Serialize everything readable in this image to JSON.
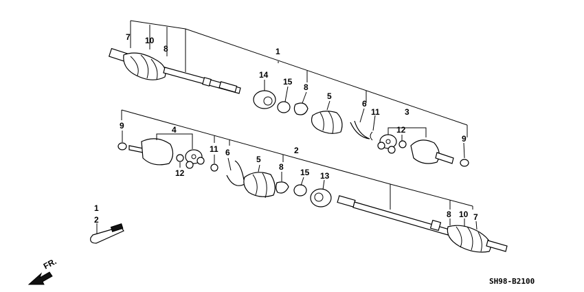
{
  "diagram": {
    "part_code": "SH98-B2100",
    "direction_label": "FR."
  },
  "upper_assembly": {
    "assembly_number": "1",
    "callouts": [
      "7",
      "10",
      "8",
      "14",
      "15",
      "8",
      "5",
      "6",
      "11",
      "3",
      "12",
      "9"
    ]
  },
  "lower_assembly": {
    "assembly_number": "2",
    "callouts": [
      "9",
      "4",
      "12",
      "11",
      "6",
      "5",
      "8",
      "15",
      "13",
      "8",
      "10",
      "7"
    ]
  },
  "loose_part": {
    "callouts": [
      "1",
      "2"
    ]
  }
}
